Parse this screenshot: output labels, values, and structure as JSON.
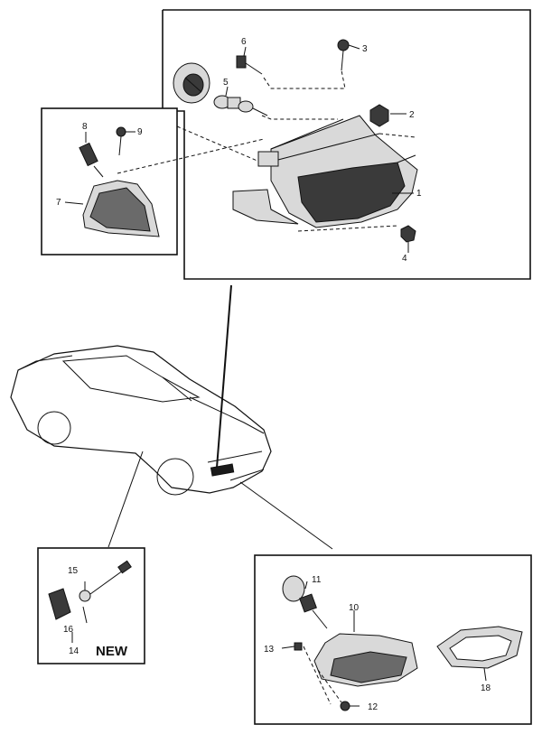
{
  "callouts": {
    "c1": "1",
    "c2": "2",
    "c3": "3",
    "c4": "4",
    "c5": "5",
    "c6": "6",
    "c7": "7",
    "c8": "8",
    "c9": "9",
    "c10": "10",
    "c11": "11",
    "c12": "12",
    "c13": "13",
    "c14": "14",
    "c15": "15",
    "c16": "16",
    "c18": "18"
  },
  "new_label": "NEW"
}
